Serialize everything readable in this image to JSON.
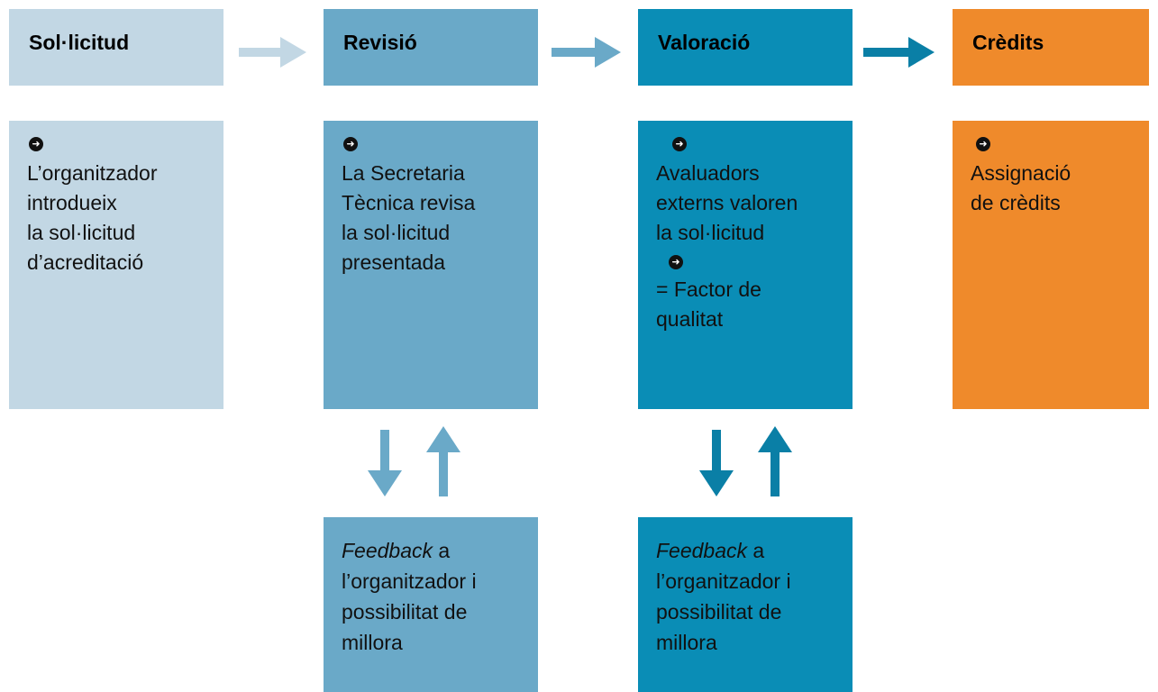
{
  "colors": {
    "stage1": "#c2d7e4",
    "stage2": "#6aa9c8",
    "stage3": "#0a8db6",
    "stage4": "#ef8a2b",
    "arrow1": "#c2d7e4",
    "arrow2": "#6aa9c8",
    "arrow3": "#0a7fa6"
  },
  "stages": [
    {
      "title": "Sol·licitud",
      "lines": [
        "L’organitzador",
        "introdueix",
        "la sol·licitud",
        "d’acreditació"
      ]
    },
    {
      "title": "Revisió",
      "lines": [
        "La Secretaria",
        "Tècnica revisa",
        "la sol·licitud",
        "presentada"
      ]
    },
    {
      "title": "Valoració",
      "lines": [
        "Avaluadors",
        "externs valoren",
        "la sol·licitud"
      ],
      "lines2": [
        "= Factor de",
        "qualitat"
      ]
    },
    {
      "title": "Crèdits",
      "lines": [
        "Assignació",
        "de crèdits"
      ]
    }
  ],
  "feedback": {
    "emph": "Feedback",
    "rest": " a",
    "lines": [
      "l’organitzador i",
      "possibilitat de",
      "millora"
    ]
  }
}
